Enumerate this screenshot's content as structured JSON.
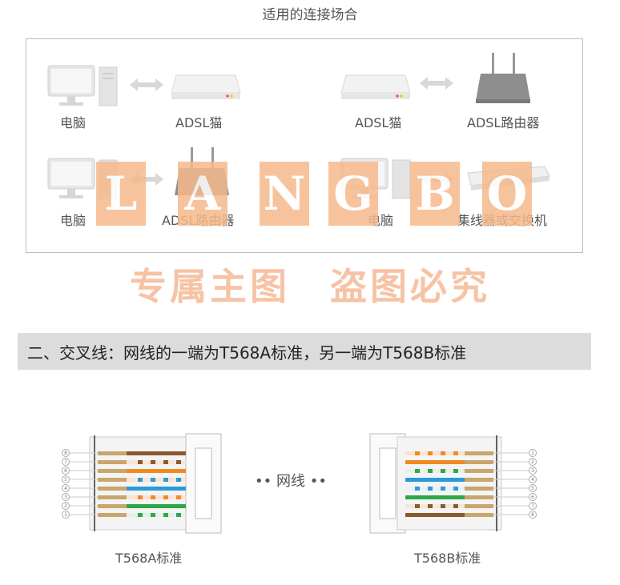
{
  "section_title": "适用的连接场合",
  "scenes": {
    "r1_left_a": "电脑",
    "r1_left_b": "ADSL猫",
    "r1_right_a": "ADSL猫",
    "r1_right_b": "ADSL路由器",
    "r2_left_a": "电脑",
    "r2_left_b": "ADSL路由器",
    "r2_right_a": "电脑",
    "r2_right_b": "集线器或交换机"
  },
  "watermark": {
    "letters": [
      "L",
      "A",
      "N",
      "G",
      "B",
      "O"
    ],
    "text": "专属主图　盗图必究",
    "color": "#f6b98b"
  },
  "banner": {
    "text": "二、交叉线：网线的一端为T568A标准，另一端为T568B标准"
  },
  "cable": {
    "middle_label": "网线",
    "left_caption": "T568A标准",
    "right_caption": "T568B标准",
    "left_pins": [
      "8",
      "7",
      "6",
      "5",
      "4",
      "3",
      "2",
      "1"
    ],
    "right_pins": [
      "1",
      "2",
      "3",
      "4",
      "5",
      "6",
      "7",
      "8"
    ]
  },
  "colors": {
    "orange": "#f08a24",
    "green": "#2ea84a",
    "blue": "#2a9bd8",
    "brown": "#8b5a2b",
    "gold": "#c9a66b"
  }
}
